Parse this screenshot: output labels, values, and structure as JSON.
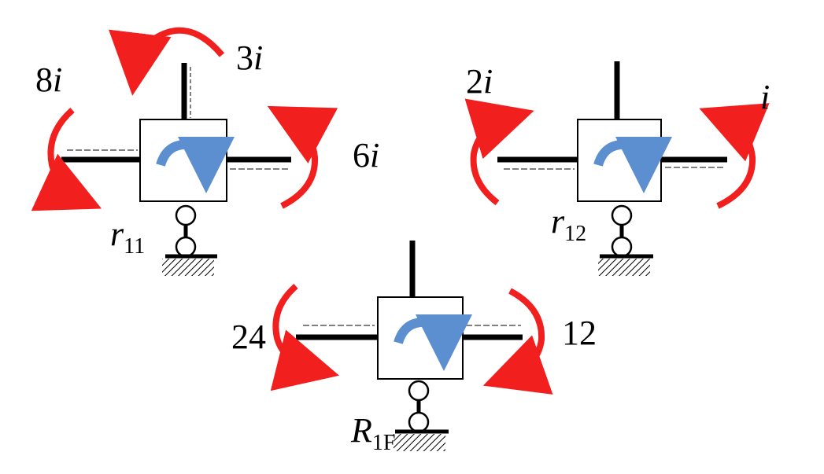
{
  "colors": {
    "moment_arrow": "#f21f1f",
    "rotation_arrow": "#5b8fd0",
    "member": "#000000",
    "joint_fill": "#ffffff"
  },
  "joints": [
    {
      "id": "joint-1",
      "top_moment": {
        "coef": "3",
        "var": "i"
      },
      "left_moment": {
        "coef": "8",
        "var": "i"
      },
      "right_moment": {
        "coef": "6",
        "var": "i"
      },
      "reaction": {
        "sym": "r",
        "sub": "11"
      }
    },
    {
      "id": "joint-2",
      "left_moment": {
        "coef": "2",
        "var": "i"
      },
      "right_moment": {
        "coef": "",
        "var": "i"
      },
      "reaction": {
        "sym": "r",
        "sub": "12"
      }
    },
    {
      "id": "joint-3",
      "left_moment": {
        "text": "24"
      },
      "right_moment": {
        "text": "12"
      },
      "reaction": {
        "sym": "R",
        "sub": "1F"
      }
    }
  ]
}
